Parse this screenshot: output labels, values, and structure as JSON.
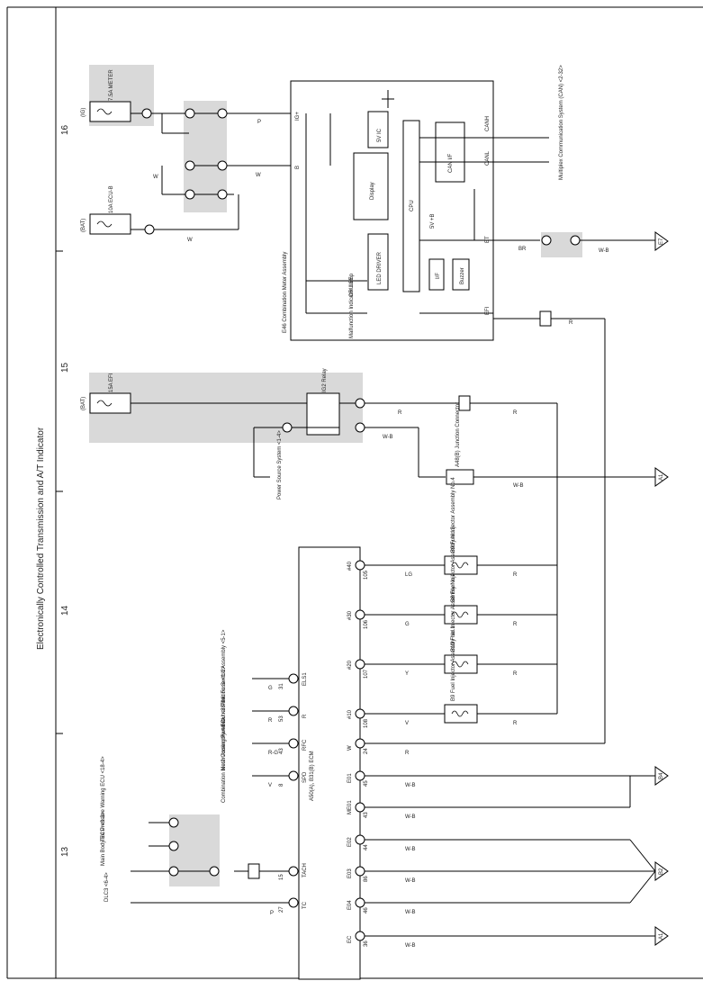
{
  "title": "Electronically Controlled Transmission and A/T Indicator",
  "sections": [
    "16",
    "15",
    "14",
    "13"
  ],
  "meter": {
    "ig_label": "(IG)",
    "bat_label": "(BAT)",
    "fuse_meter": "7.5A\nMETER",
    "fuse_ecub": "10A\nECU-B",
    "assembly": "E46\nCombination Meter Assembly",
    "pins": {
      "ig": "IG+",
      "b": "B",
      "canh": "CANH",
      "canl": "CANL",
      "et": "ET",
      "efi": "EFI"
    },
    "blocks": {
      "ic": "5V IC",
      "can": "CAN I/F",
      "display": "Display",
      "cpu": "CPU",
      "led": "LED DRIVER",
      "if": "I/F",
      "buzzer": "Buzzer",
      "vb": "5V +B"
    },
    "cruise": "CRUISE",
    "mil": "Malfunction Indicator Lamp",
    "mpx": "Multiplex Communication\nSystem (CAN) <2-32>",
    "wire_colors": {
      "p": "P",
      "w": "W",
      "br": "BR",
      "wb": "W-B",
      "r": "R"
    }
  },
  "relay": {
    "fuse": "15A\nEFI",
    "name": "IG2\nRelay",
    "power_source": "Power Source System\n<1-4>",
    "jc": "A48(B)\nJunction\nConnector"
  },
  "injectors": [
    {
      "name": "B9\nFuel Injector Assembly No.4",
      "pin": "#40",
      "num": "105",
      "color": "LG"
    },
    {
      "name": "B8\nFuel Injector Assembly No.3",
      "pin": "#30",
      "num": "106",
      "color": "G"
    },
    {
      "name": "B10\nFuel Injector Assembly No.2",
      "pin": "#20",
      "num": "107",
      "color": "Y"
    },
    {
      "name": "B9\nFuel Injector Assembly No.1",
      "pin": "#10",
      "num": "108",
      "color": "V"
    }
  ],
  "ecm": {
    "name": "A50(A), B31(B)\nECM",
    "left_pins": [
      {
        "pin": "ELS1",
        "num": "31",
        "color": "G",
        "dest": "TAIL Fuse\n<1-2>"
      },
      {
        "pin": "R",
        "num": "53",
        "color": "R",
        "dest": "Park/Neutral Position\nSwitch Assembly\n<5-1>"
      },
      {
        "pin": "RFC",
        "num": "43",
        "color": "R-G",
        "dest": "No.2 Cooling Fan ECU\n<38-1>"
      },
      {
        "pin": "SPD",
        "num": "8",
        "color": "V",
        "dest": "Combination Meter\nAssembly\n<4-2>"
      }
    ],
    "right_pins": [
      {
        "pin": "W",
        "num": "24"
      },
      {
        "pin": "E01",
        "num": "45"
      },
      {
        "pin": "ME01",
        "num": "43"
      },
      {
        "pin": "E02",
        "num": "44"
      },
      {
        "pin": "E03",
        "num": "86"
      },
      {
        "pin": "E04",
        "num": "46"
      },
      {
        "pin": "EC",
        "num": "36"
      }
    ],
    "tach": {
      "pin": "TACH",
      "num": "15"
    },
    "tc": {
      "pin": "TC",
      "num": "27"
    },
    "tach_dests": [
      "Tire Pressure\nWarning ECU\n<18-4>",
      "Main Body ECU\n<3-3>"
    ],
    "tc_dest": "DLC3\n<6-4>"
  },
  "grounds": [
    "E7",
    "A1",
    "B4",
    "B2",
    "A1"
  ]
}
